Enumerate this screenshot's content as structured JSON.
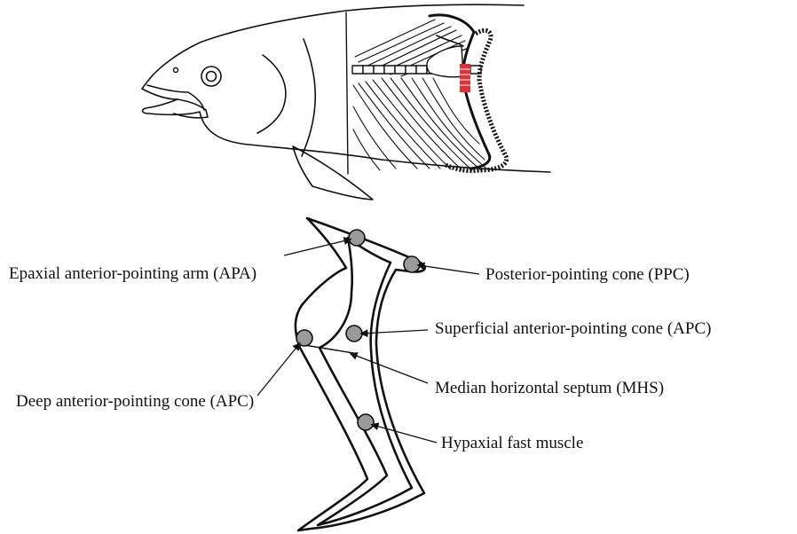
{
  "labels": {
    "apa": "Epaxial anterior-pointing arm (APA)",
    "ppc": "Posterior-pointing cone (PPC)",
    "superficial_apc": "Superficial anterior-pointing cone (APC)",
    "deep_apc": "Deep anterior-pointing cone (APC)",
    "mhs": "Median horizontal septum (MHS)",
    "hypaxial": "Hypaxial fast muscle"
  },
  "colors": {
    "ink": "#111111",
    "marker_fill": "#9a9a9a",
    "highlight": "#e0303a"
  }
}
